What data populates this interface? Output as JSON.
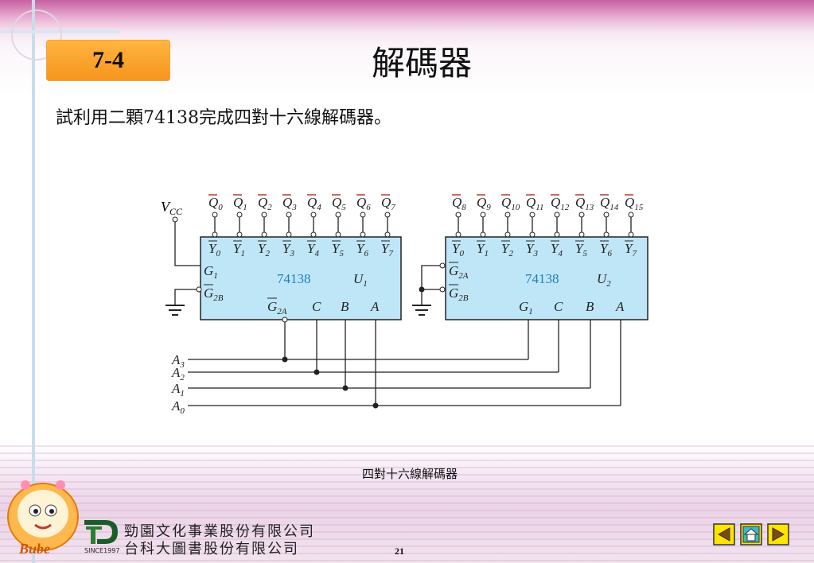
{
  "header": {
    "section_label": "7-4",
    "title": "解碼器"
  },
  "content": {
    "instruction": "試利用二顆74138完成四對十六線解碼器。",
    "caption": "四對十六線解碼器"
  },
  "diagram": {
    "vcc_label": "VCC",
    "chips": [
      {
        "part": "74138",
        "name": "U1",
        "outputs": [
          "Q0",
          "Q1",
          "Q2",
          "Q3",
          "Q4",
          "Q5",
          "Q6",
          "Q7"
        ]
      },
      {
        "part": "74138",
        "name": "U2",
        "outputs": [
          "Q8",
          "Q9",
          "Q10",
          "Q11",
          "Q12",
          "Q13",
          "Q14",
          "Q15"
        ]
      }
    ],
    "address_inputs": [
      "A3",
      "A2",
      "A1",
      "A0"
    ]
  },
  "footer": {
    "publisher_line1": "勁園文化事業股份有限公司",
    "publisher_line2": "台科大圖書股份有限公司",
    "since": "SINCE1997",
    "mascot_text": "Bube",
    "page_number": "21"
  },
  "nav": {
    "prev_icon": "triangle-left-icon",
    "home_icon": "home-icon",
    "next_icon": "triangle-right-icon"
  },
  "colors": {
    "badge": "#f7941d",
    "chip_fill": "#bfe6f7",
    "chip_part_text": "#1b7fc1",
    "nav_fill": "#ffe400"
  }
}
